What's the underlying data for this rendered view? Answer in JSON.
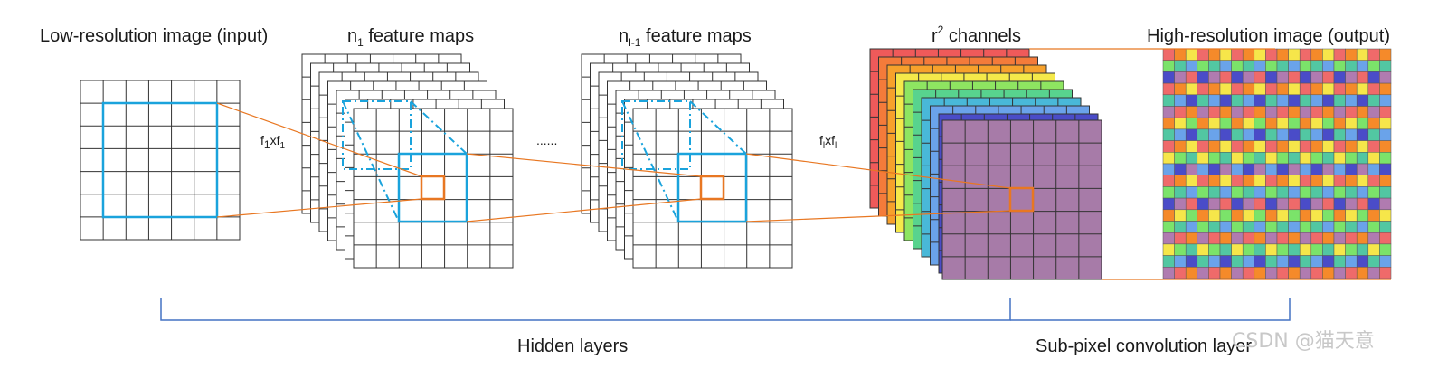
{
  "labels": {
    "input": "Low-resolution image (input)",
    "n1_base": "n",
    "n1_sub": "1",
    "n1_rest": " feature maps",
    "nl_base": "n",
    "nl_sub": "l-1",
    "nl_rest": " feature maps",
    "r2_base": "r",
    "r2_sup": "2",
    "r2_rest": " channels",
    "output": "High-resolution image (output)",
    "filter1_a": "f",
    "filter1_a_sub": "1",
    "filter1_b": "xf",
    "filter1_b_sub": "1",
    "filterl_a": "f",
    "filterl_a_sub": "l",
    "filterl_b": "xf",
    "filterl_b_sub": "l",
    "ellipsis": "......",
    "hidden": "Hidden layers",
    "subpixel": "Sub-pixel convolution layer",
    "watermark": "CSDN @猫天意"
  },
  "colors": {
    "grid": "#333333",
    "blue": "#1aa3dc",
    "orange": "#e87722",
    "bracket": "#4472c4",
    "purple": "#a77ba8",
    "channels": [
      "#ef5a5a",
      "#f47b3a",
      "#f7a12b",
      "#f5e94a",
      "#8ee561",
      "#58d38e",
      "#49b8d8",
      "#6aa3ea",
      "#4a4cc8"
    ],
    "output_palette": [
      "#ef6a6a",
      "#f58a2a",
      "#f6e64a",
      "#7be36a",
      "#52c7a2",
      "#6aa3ea",
      "#4a4cc8",
      "#b07bb0"
    ]
  }
}
